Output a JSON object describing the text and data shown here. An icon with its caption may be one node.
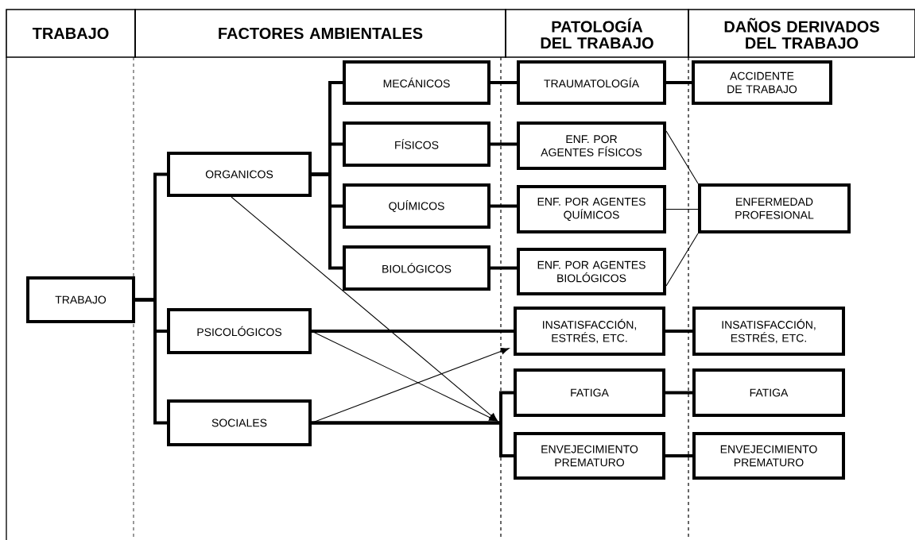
{
  "diagram": {
    "nodes": [
      {
        "text": [
          "TRABAJO"
        ]
      },
      {
        "text": [
          "ORGANICOS"
        ]
      },
      {
        "text": [
          "PSICOLÓGICOS"
        ]
      },
      {
        "text": [
          "SOCIALES"
        ]
      },
      {
        "text": [
          "MECÁNICOS"
        ]
      },
      {
        "text": [
          "FÍSICOS"
        ]
      },
      {
        "text": [
          "QUÍMICOS"
        ]
      },
      {
        "text": [
          "BIOLÓGICOS"
        ]
      },
      {
        "text": [
          "TRAUMATOLOGÍA"
        ]
      },
      {
        "text": [
          "ENF. POR AGENTES FÍSICOS"
        ]
      },
      {
        "text": [
          "ENF. POR AGENTES QUÍMICOS"
        ]
      },
      {
        "text": [
          "ENF. POR AGENTES BIOLÓGICOS"
        ]
      },
      {
        "text": [
          "INSATISFACCIÓN, ESTRÉS, ETC."
        ]
      },
      {
        "text": [
          "FATIGA"
        ]
      },
      {
        "text": [
          "ENVEJECIMIENTO PREMATURO"
        ]
      },
      {
        "text": [
          "ACCIDENTE DE TRABAJO"
        ]
      },
      {
        "text": [
          "ENFERMEDAD PROFESIONAL"
        ]
      },
      {
        "text": [
          "INSATISFACCIÓN, ESTRÉS, ETC."
        ]
      },
      {
        "text": [
          "FATIGA"
        ]
      },
      {
        "text": [
          "ENVEJECIMIENTO PREMATURO"
        ]
      }
    ],
    "edges": [
      {
        "from": 0,
        "to": 1,
        "arrow": "none"
      },
      {
        "from": 0,
        "to": 2,
        "arrow": "none"
      },
      {
        "from": 0,
        "to": 3,
        "arrow": "none"
      },
      {
        "from": 1,
        "to": 4,
        "arrow": "none"
      },
      {
        "from": 1,
        "to": 5,
        "arrow": "none"
      },
      {
        "from": 1,
        "to": 6,
        "arrow": "none"
      },
      {
        "from": 1,
        "to": 7,
        "arrow": "none"
      },
      {
        "from": 4,
        "to": 8,
        "arrow": "none"
      },
      {
        "from": 5,
        "to": 9,
        "arrow": "none"
      },
      {
        "from": 6,
        "to": 10,
        "arrow": "none"
      },
      {
        "from": 7,
        "to": 11,
        "arrow": "none"
      },
      {
        "from": 8,
        "to": 15,
        "arrow": "none"
      },
      {
        "from": 9,
        "to": 16,
        "arrow": "none"
      },
      {
        "from": 10,
        "to": 16,
        "arrow": "none"
      },
      {
        "from": 11,
        "to": 16,
        "arrow": "none"
      },
      {
        "from": 2,
        "to": 12,
        "arrow": "none"
      },
      {
        "from": 3,
        "to": 13,
        "arrow": "none"
      },
      {
        "from": 3,
        "to": 14,
        "arrow": "none"
      },
      {
        "from": 12,
        "to": 17,
        "arrow": "none"
      },
      {
        "from": 13,
        "to": 18,
        "arrow": "none"
      },
      {
        "from": 14,
        "to": 19,
        "arrow": "none"
      },
      {
        "from": 1,
        "to": null,
        "arrow": "to"
      },
      {
        "from": 2,
        "to": null,
        "arrow": "to"
      },
      {
        "from": 3,
        "to": 12,
        "arrow": "to"
      }
    ],
    "labels": [
      "TRABAJO",
      "FACTORES AMBIENTALES",
      "PATOLOGÍA DEL TRABAJO",
      "DAÑOS DERIVADOS DEL TRABAJO"
    ]
  }
}
